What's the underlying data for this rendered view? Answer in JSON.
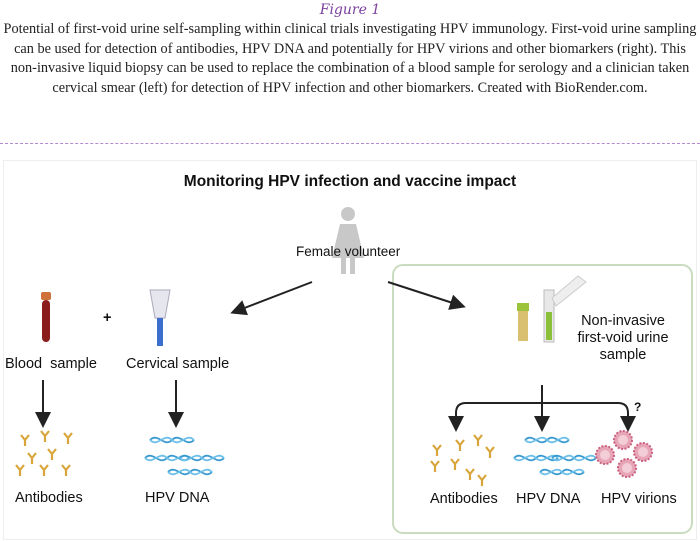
{
  "figure_label": "Figure 1",
  "caption": "Potential of first-void urine self-sampling within clinical trials investigating HPV immunology. First-void urine sampling can be used for detection of antibodies, HPV DNA and potentially for HPV virions and other biomarkers (right). This non-invasive liquid biopsy can be used to replace the combination of a blood sample for serology and a clinician taken cervical smear (left) for detection of HPV infection and other biomarkers. Created with BioRender.com.",
  "diagram": {
    "title": "Monitoring HPV infection and vaccine impact",
    "volunteer": "Female volunteer",
    "plus": "+",
    "left": {
      "blood": "Blood  sample",
      "cervical": "Cervical sample",
      "antibodies": "Antibodies",
      "dna": "HPV DNA"
    },
    "right": {
      "urine": [
        "Non-invasive",
        "first-void urine",
        "sample"
      ],
      "antibodies": "Antibodies",
      "dna": "HPV DNA",
      "virions": "HPV virions",
      "question": "?"
    }
  },
  "colors": {
    "accent": "#7b3f9e",
    "box_border": "#c9dcc0",
    "antibody": "#d8a53a",
    "dna": "#3a9ad0",
    "virion": "#d4809a"
  }
}
